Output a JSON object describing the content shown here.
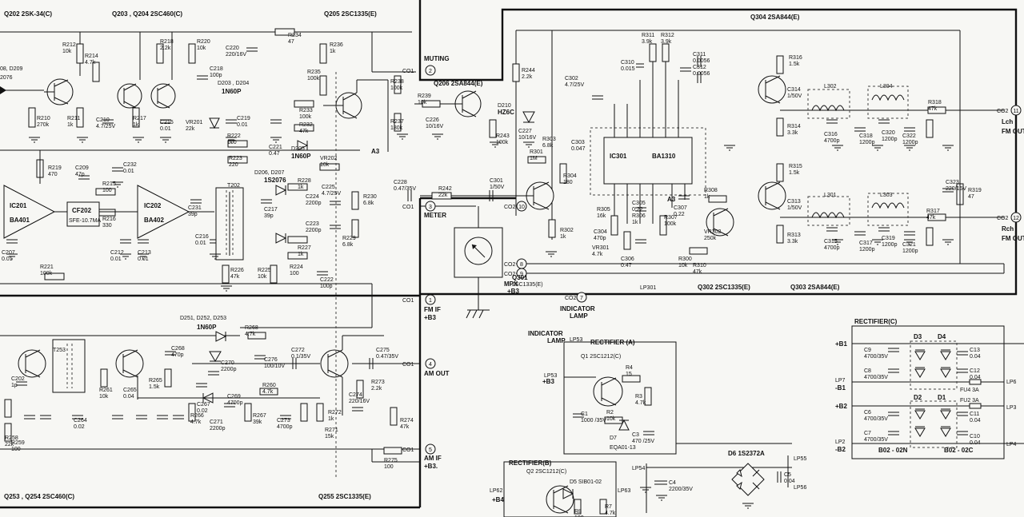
{
  "title_labels": {
    "q202": "Q202  2SK-34(C)",
    "q203": "Q203 , Q204    2SC460(C)",
    "q205": "Q205  2SC1335(E)",
    "q304": "Q304  2SA844(E)",
    "q206": "Q206  2SA844(E)",
    "q301": "Q301",
    "q301_type": "2SC1335(E)",
    "q302": "Q302  2SC1335(E)",
    "q303": "Q303  2SA844(E)",
    "q253": "Q253 , Q254    2SC460(C)",
    "q255": "Q255  2SC1335(E)",
    "d203": "D203 , D204",
    "d203_type": "1N60P",
    "d205": "D205",
    "d205_type": "1N60P",
    "d206": "D206, D207",
    "d206_type": "1S2076",
    "d251": "D251, D252, D253",
    "d251_type": "1N60P",
    "d210": "D210",
    "d210_type": "HZ6C",
    "d208": "08, D209",
    "d208_type": "2076",
    "ic201": "IC201",
    "ic201_type": "BA401",
    "ic202": "IC202",
    "ic202_type": "BA402",
    "cf202": "CF202",
    "cf202_type": "SFE-10.7MA",
    "ic301": "IC301",
    "ic301_type": "BA1310",
    "t202": "T202",
    "t253": "T253"
  },
  "connectors": [
    {
      "num": "2",
      "label": "CO1",
      "text": "MUTING"
    },
    {
      "num": "3",
      "label": "CO1",
      "text": "METER"
    },
    {
      "num": "1",
      "label": "CO1",
      "text": "FM IF"
    },
    {
      "num": "4",
      "label": "CO1",
      "text": "AM OUT"
    },
    {
      "num": "5",
      "label": "CO1",
      "text": "AM IF"
    },
    {
      "num": "10",
      "label": "CO2",
      "text": ""
    },
    {
      "num": "8",
      "label": "CO2",
      "text": ""
    },
    {
      "num": "9",
      "label": "CO2",
      "text": "MPX"
    },
    {
      "num": "7",
      "label": "CO2",
      "text": "INDICATOR"
    },
    {
      "num": "11",
      "label": "CO2",
      "text": "Lch"
    },
    {
      "num": "12",
      "label": "CO2",
      "text": "Rch"
    }
  ],
  "extra_text": {
    "b3": "+B3",
    "b3_dot": "+B3.",
    "lamp": "LAMP",
    "fm_out_l": "FM OUT",
    "fm_out_r": "FM OUT",
    "lp301": "LP301",
    "a3": "A3",
    "a3b": "A3",
    "indicator_lamp_1": "INDICATOR",
    "indicator_lamp_2": "LAMP",
    "rect_a": "RECTIFIER (A)",
    "rect_b": "RECTIFIER(B)",
    "rect_c": "RECTIFIER(C)",
    "q1": "Q1   2SC1212(C)",
    "q2": "Q2   2SC1212(C)",
    "d5": "D5    SIB01-02",
    "d6": "D6       1S2372A",
    "d7": "D7",
    "d7_type": "EQA01-13",
    "b02_02n": "B02 - 02N",
    "b02_02c": "B02 - 02C",
    "b1": "+B1",
    "b1n": "-B1",
    "b2": "+B2",
    "b2n": "-B2",
    "b4": "+B4",
    "fu4": "FU4   3A",
    "fu2": "FU2   3A",
    "d1": "D1",
    "d2": "D2",
    "d3": "D3",
    "d4": "D4"
  },
  "components": [
    {
      "ref": "R212",
      "val": "10k"
    },
    {
      "ref": "R214",
      "val": "4.7k"
    },
    {
      "ref": "R218",
      "val": "2.2k"
    },
    {
      "ref": "R220",
      "val": "10k"
    },
    {
      "ref": "C220",
      "val": "220/16V"
    },
    {
      "ref": "R234",
      "val": "47"
    },
    {
      "ref": "R236",
      "val": "1k"
    },
    {
      "ref": "R235",
      "val": "100k"
    },
    {
      "ref": "C218",
      "val": "100p"
    },
    {
      "ref": "R210",
      "val": "270k"
    },
    {
      "ref": "R211",
      "val": "1k"
    },
    {
      "ref": "C210",
      "val": "4.7/25V"
    },
    {
      "ref": "R217",
      "val": "1k"
    },
    {
      "ref": "C215",
      "val": "0.01"
    },
    {
      "ref": "VR201",
      "val": "22k"
    },
    {
      "ref": "C219",
      "val": "0.01"
    },
    {
      "ref": "R233",
      "val": "100k"
    },
    {
      "ref": "R232",
      "val": "47k"
    },
    {
      "ref": "C221",
      "val": "0.47"
    },
    {
      "ref": "R222",
      "val": "100"
    },
    {
      "ref": "R223",
      "val": "220"
    },
    {
      "ref": "R219",
      "val": "470"
    },
    {
      "ref": "C232",
      "val": "0.01"
    },
    {
      "ref": "C209",
      "val": "47p"
    },
    {
      "ref": "R215",
      "val": "100"
    },
    {
      "ref": "R216",
      "val": "330"
    },
    {
      "ref": "C231",
      "val": "39p"
    },
    {
      "ref": "VR202",
      "val": "10k"
    },
    {
      "ref": "R228",
      "val": "1k"
    },
    {
      "ref": "C225",
      "val": "4.7/25V"
    },
    {
      "ref": "C217",
      "val": "39p"
    },
    {
      "ref": "C224",
      "val": "2200p"
    },
    {
      "ref": "C223",
      "val": "2200p"
    },
    {
      "ref": "R230",
      "val": "6.8k"
    },
    {
      "ref": "R229",
      "val": "6.8k"
    },
    {
      "ref": "R227",
      "val": "1k"
    },
    {
      "ref": "C207",
      "val": "0.01"
    },
    {
      "ref": "C212",
      "val": "0.01"
    },
    {
      "ref": "C213",
      "val": "0.01"
    },
    {
      "ref": "C216",
      "val": "0.01"
    },
    {
      "ref": "R226",
      "val": "47k"
    },
    {
      "ref": "R225",
      "val": "10k"
    },
    {
      "ref": "R224",
      "val": "100"
    },
    {
      "ref": "C222",
      "val": "100p"
    },
    {
      "ref": "R221",
      "val": "100k"
    },
    {
      "ref": "R238",
      "val": "100k"
    },
    {
      "ref": "R239",
      "val": "10k"
    },
    {
      "ref": "R237",
      "val": "180k"
    },
    {
      "ref": "C226",
      "val": "10/16V"
    },
    {
      "ref": "R244",
      "val": "2.2k"
    },
    {
      "ref": "R243",
      "val": "100k"
    },
    {
      "ref": "C227",
      "val": "10/16V"
    },
    {
      "ref": "C302",
      "val": "4.7/25V"
    },
    {
      "ref": "R303",
      "val": "6.8k"
    },
    {
      "ref": "R301",
      "val": "1M"
    },
    {
      "ref": "R304",
      "val": "180"
    },
    {
      "ref": "C303",
      "val": "0.047"
    },
    {
      "ref": "C228",
      "val": "0.47/35V"
    },
    {
      "ref": "R242",
      "val": "22k"
    },
    {
      "ref": "C301",
      "val": "1/50V"
    },
    {
      "ref": "R311",
      "val": "3.9k"
    },
    {
      "ref": "R312",
      "val": "3.9k"
    },
    {
      "ref": "C310",
      "val": "0.015"
    },
    {
      "ref": "C311",
      "val": "0.0056"
    },
    {
      "ref": "C312",
      "val": "0.0056"
    },
    {
      "ref": "R305",
      "val": "16k"
    },
    {
      "ref": "C304",
      "val": "470p"
    },
    {
      "ref": "VR301",
      "val": "4.7k"
    },
    {
      "ref": "C305",
      "val": "0.22"
    },
    {
      "ref": "R306",
      "val": "1k"
    },
    {
      "ref": "C306",
      "val": "0.47"
    },
    {
      "ref": "R307",
      "val": "100k"
    },
    {
      "ref": "C307",
      "val": "0.22"
    },
    {
      "ref": "R308",
      "val": "1k"
    },
    {
      "ref": "VR302",
      "val": "250k"
    },
    {
      "ref": "R310",
      "val": "47k"
    },
    {
      "ref": "R300",
      "val": "10k"
    },
    {
      "ref": "R302",
      "val": "1k"
    },
    {
      "ref": "R316",
      "val": "1.5k"
    },
    {
      "ref": "C314",
      "val": "1/50V"
    },
    {
      "ref": "L302",
      "val": ""
    },
    {
      "ref": "L304",
      "val": ""
    },
    {
      "ref": "R318",
      "val": "47k"
    },
    {
      "ref": "R314",
      "val": "3.3k"
    },
    {
      "ref": "C316",
      "val": "4700p"
    },
    {
      "ref": "C318",
      "val": "1200p"
    },
    {
      "ref": "C320",
      "val": "1200p"
    },
    {
      "ref": "C322",
      "val": "1200p"
    },
    {
      "ref": "R315",
      "val": "1.5k"
    },
    {
      "ref": "C313",
      "val": "1/50V"
    },
    {
      "ref": "L301",
      "val": ""
    },
    {
      "ref": "L303",
      "val": ""
    },
    {
      "ref": "R317",
      "val": "47k"
    },
    {
      "ref": "R319",
      "val": "47"
    },
    {
      "ref": "C323",
      "val": "220/16V"
    },
    {
      "ref": "R313",
      "val": "3.3k"
    },
    {
      "ref": "C315",
      "val": "4700p"
    },
    {
      "ref": "C317",
      "val": "1200p"
    },
    {
      "ref": "C319",
      "val": "1200p"
    },
    {
      "ref": "C321",
      "val": "1200p"
    },
    {
      "ref": "C202",
      "val": "1p"
    },
    {
      "ref": "R261",
      "val": "10k"
    },
    {
      "ref": "C265",
      "val": "0.04"
    },
    {
      "ref": "R265",
      "val": "1.5k"
    },
    {
      "ref": "C268",
      "val": "470p"
    },
    {
      "ref": "C270",
      "val": "2200p"
    },
    {
      "ref": "R268",
      "val": "4.7k"
    },
    {
      "ref": "C276",
      "val": "100/10V"
    },
    {
      "ref": "C272",
      "val": "0.1/35V"
    },
    {
      "ref": "C275",
      "val": "0.47/35V"
    },
    {
      "ref": "R273",
      "val": "2.2k"
    },
    {
      "ref": "C274",
      "val": "220/16V"
    },
    {
      "ref": "C267",
      "val": "0.02"
    },
    {
      "ref": "C269",
      "val": "4700p"
    },
    {
      "ref": "C271",
      "val": "2200p"
    },
    {
      "ref": "R260",
      "val": "4.7k"
    },
    {
      "ref": "R266",
      "val": "4.7k"
    },
    {
      "ref": "R267",
      "val": "39k"
    },
    {
      "ref": "C273",
      "val": "4700p"
    },
    {
      "ref": "R272",
      "val": "1k"
    },
    {
      "ref": "R271",
      "val": "15k"
    },
    {
      "ref": "R274",
      "val": "47k"
    },
    {
      "ref": "R275",
      "val": "100"
    },
    {
      "ref": "C264",
      "val": "0.02"
    },
    {
      "ref": "R258",
      "val": "22k"
    },
    {
      "ref": "R259",
      "val": "100"
    },
    {
      "ref": "R4",
      "val": "15"
    },
    {
      "ref": "R3",
      "val": "4.7k"
    },
    {
      "ref": "R2",
      "val": "10k"
    },
    {
      "ref": "C1",
      "val": "1000 /35V"
    },
    {
      "ref": "C3",
      "val": "470 /25V"
    },
    {
      "ref": "C4",
      "val": "2200/35V"
    },
    {
      "ref": "C5",
      "val": "0.04"
    },
    {
      "ref": "R8",
      "val": "100"
    },
    {
      "ref": "R7",
      "val": "4.7k"
    },
    {
      "ref": "C9",
      "val": "4700/35V"
    },
    {
      "ref": "C8",
      "val": "4700/35V"
    },
    {
      "ref": "C13",
      "val": "0.04"
    },
    {
      "ref": "C12",
      "val": "0.04"
    },
    {
      "ref": "C6",
      "val": "4700/35V"
    },
    {
      "ref": "C7",
      "val": "4700/35V"
    },
    {
      "ref": "C11",
      "val": "0.04"
    },
    {
      "ref": "C10",
      "val": "0.04"
    }
  ],
  "lamp_points": {
    "lp53": "LP53",
    "lp54": "LP54",
    "lp55": "LP55",
    "lp56": "LP56",
    "lp62": "LP62",
    "lp63": "LP63",
    "lp7": "LP7",
    "lp6": "LP6",
    "lp3": "LP3",
    "lp2": "LP2",
    "lp4": "LP4"
  }
}
